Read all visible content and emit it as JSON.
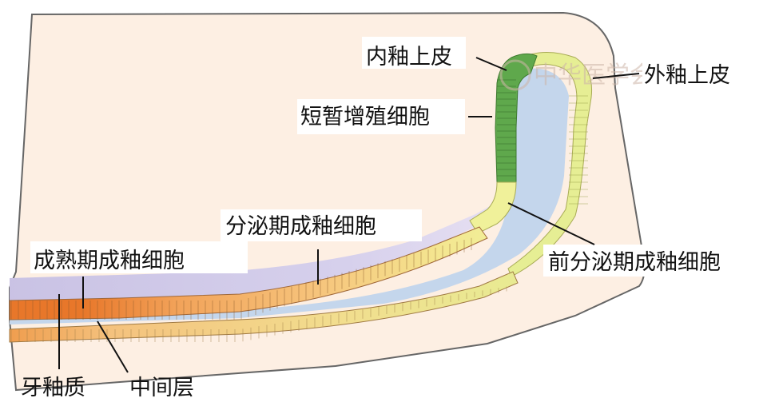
{
  "labels": {
    "inner_enamel_epithelium": "内釉上皮",
    "outer_enamel_epithelium": "外釉上皮",
    "transit_amplifying_cells": "短暂增殖细胞",
    "secretory_ameloblasts": "分泌期成釉细胞",
    "presecretory_ameloblasts": "前分泌期成釉细胞",
    "maturation_ameloblasts": "成熟期成釉细胞",
    "enamel_matrix": "牙釉质",
    "stratum_intermedium": "中间层"
  },
  "watermark": "中华医学会",
  "colors": {
    "tissue_background": "#fdefe3",
    "outline": "#666666",
    "stellate_reticulum": "#c4d6ec",
    "enamel_band": "#cdc7e6",
    "proliferative_zone": "#5fa84c",
    "outer_epithelium": "#e6ee94",
    "presecretory_zone": "#f0f19a",
    "secretory_zone": "#f6c47c",
    "maturation_zone": "#e8772a"
  }
}
